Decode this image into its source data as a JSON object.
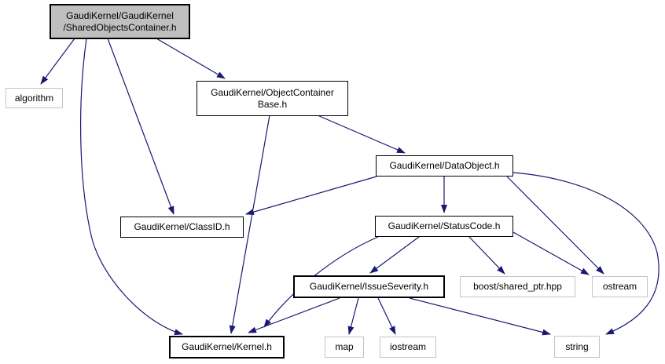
{
  "diagram": {
    "type": "include-dependency-graph",
    "nodes": {
      "shared": {
        "line1": "GaudiKernel/GaudiKernel",
        "line2": "/SharedObjectsContainer.h",
        "role": "current"
      },
      "algorithm": {
        "label": "algorithm",
        "role": "system"
      },
      "objectcontainer": {
        "line1": "GaudiKernel/ObjectContainer",
        "line2": "Base.h",
        "role": "internal"
      },
      "dataobject": {
        "label": "GaudiKernel/DataObject.h",
        "role": "internal"
      },
      "classid": {
        "label": "GaudiKernel/ClassID.h",
        "role": "internal"
      },
      "statuscode": {
        "label": "GaudiKernel/StatusCode.h",
        "role": "internal"
      },
      "issueseverity": {
        "label": "GaudiKernel/IssueSeverity.h",
        "role": "internal-bold"
      },
      "boost": {
        "label": "boost/shared_ptr.hpp",
        "role": "system"
      },
      "ostream": {
        "label": "ostream",
        "role": "system"
      },
      "kernel": {
        "label": "GaudiKernel/Kernel.h",
        "role": "internal-bold"
      },
      "map": {
        "label": "map",
        "role": "system"
      },
      "iostream": {
        "label": "iostream",
        "role": "system"
      },
      "string": {
        "label": "string",
        "role": "system"
      }
    },
    "edges": [
      {
        "from": "GaudiKernel/GaudiKernel/SharedObjectsContainer.h",
        "to": "algorithm"
      },
      {
        "from": "GaudiKernel/GaudiKernel/SharedObjectsContainer.h",
        "to": "GaudiKernel/ObjectContainerBase.h"
      },
      {
        "from": "GaudiKernel/GaudiKernel/SharedObjectsContainer.h",
        "to": "GaudiKernel/ClassID.h"
      },
      {
        "from": "GaudiKernel/GaudiKernel/SharedObjectsContainer.h",
        "to": "GaudiKernel/Kernel.h"
      },
      {
        "from": "GaudiKernel/ObjectContainerBase.h",
        "to": "GaudiKernel/DataObject.h"
      },
      {
        "from": "GaudiKernel/ObjectContainerBase.h",
        "to": "GaudiKernel/Kernel.h"
      },
      {
        "from": "GaudiKernel/DataObject.h",
        "to": "GaudiKernel/ClassID.h"
      },
      {
        "from": "GaudiKernel/DataObject.h",
        "to": "GaudiKernel/StatusCode.h"
      },
      {
        "from": "GaudiKernel/DataObject.h",
        "to": "ostream"
      },
      {
        "from": "GaudiKernel/DataObject.h",
        "to": "string"
      },
      {
        "from": "GaudiKernel/StatusCode.h",
        "to": "GaudiKernel/Kernel.h"
      },
      {
        "from": "GaudiKernel/StatusCode.h",
        "to": "GaudiKernel/IssueSeverity.h"
      },
      {
        "from": "GaudiKernel/StatusCode.h",
        "to": "boost/shared_ptr.hpp"
      },
      {
        "from": "GaudiKernel/StatusCode.h",
        "to": "ostream"
      },
      {
        "from": "GaudiKernel/IssueSeverity.h",
        "to": "GaudiKernel/Kernel.h"
      },
      {
        "from": "GaudiKernel/IssueSeverity.h",
        "to": "map"
      },
      {
        "from": "GaudiKernel/IssueSeverity.h",
        "to": "iostream"
      },
      {
        "from": "GaudiKernel/IssueSeverity.h",
        "to": "string"
      }
    ]
  },
  "colors": {
    "page_background": "#ffffff",
    "edge_color": "#191970",
    "node_fill": "#ffffff",
    "current_node_fill": "#bfbfbf",
    "internal_border": "#000000",
    "system_border": "#c4c4c4",
    "text_color": "#000000"
  }
}
